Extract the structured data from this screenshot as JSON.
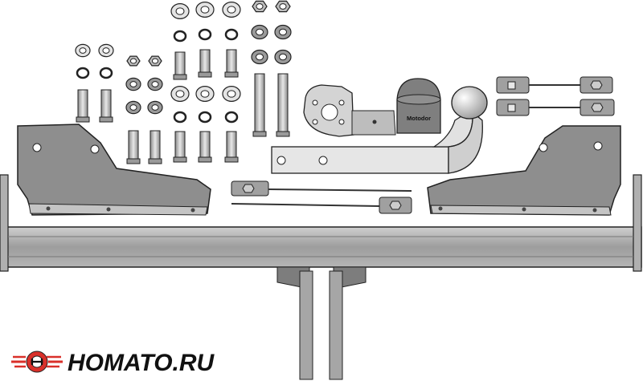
{
  "image": {
    "subject": "towbar hitch kit with mounting hardware",
    "background": "#ffffff"
  },
  "colors": {
    "steel_dark": "#a9a9a9",
    "steel_mid": "#c8c8c8",
    "steel_light": "#e4e4e4",
    "outline": "#222222",
    "socket_cap": "#7f7f7f",
    "logo_red": "#d9302a",
    "logo_text": "#111111"
  },
  "labels": {
    "socket_cap_text": "Motodor"
  },
  "logo": {
    "text": "HOMATO.RU",
    "icon": "car-wheel-logo-icon"
  }
}
